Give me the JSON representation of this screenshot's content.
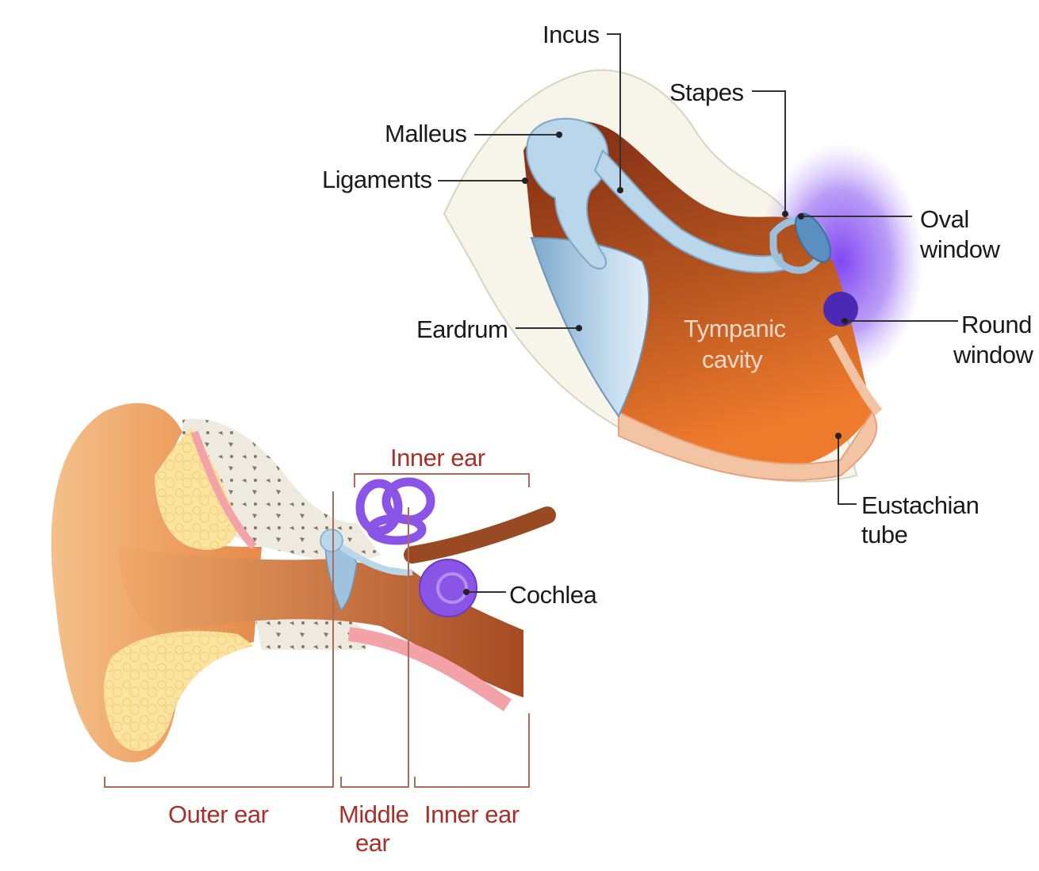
{
  "labels": {
    "incus": "Incus",
    "stapes": "Stapes",
    "malleus": "Malleus",
    "ligaments": "Ligaments",
    "oval_window_1": "Oval",
    "oval_window_2": "window",
    "round_window_1": "Round",
    "round_window_2": "window",
    "eardrum": "Eardrum",
    "tympanic_1": "Tympanic",
    "tympanic_2": "cavity",
    "eustachian_1": "Eustachian",
    "eustachian_2": "tube",
    "cochlea": "Cochlea",
    "inner_ear_top": "Inner ear",
    "outer_ear": "Outer ear",
    "middle_ear_1": "Middle",
    "middle_ear_2": "ear",
    "inner_ear_bottom": "Inner ear"
  },
  "colors": {
    "label_dark": "#1a1a1a",
    "label_red": "#a8302a",
    "bone_blue": "#b9d6ea",
    "cavity_brown": "#a54a22",
    "skin_orange": "#f2b27a",
    "fat_yellow": "#fbe3a0",
    "inner_purple": "#8a55e6"
  }
}
